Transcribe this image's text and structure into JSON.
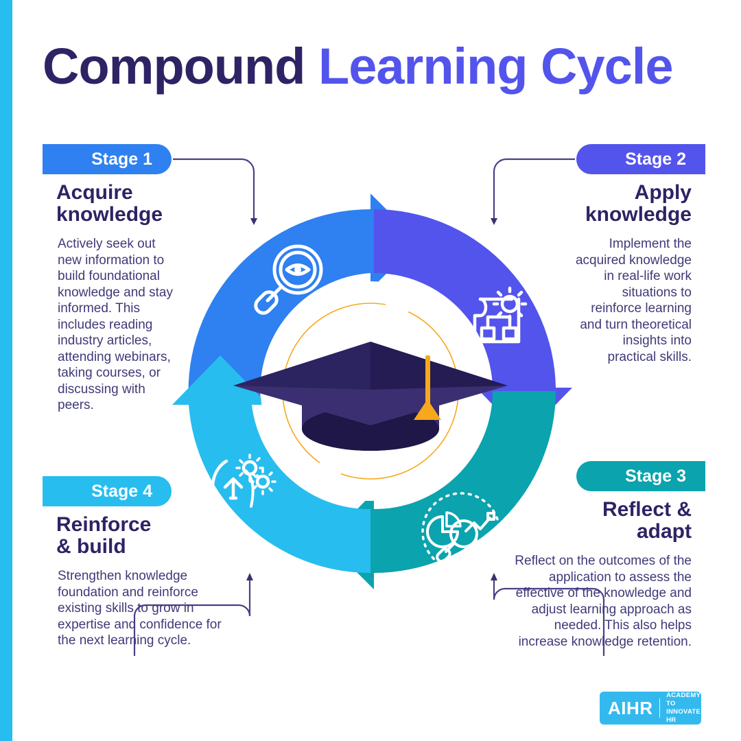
{
  "title": {
    "part1": "Compound ",
    "part2": "Learning Cycle"
  },
  "colors": {
    "accent_bar": "#27bdef",
    "stage1": "#2f80f0",
    "stage2": "#5354ec",
    "stage3": "#0ba3ad",
    "stage4": "#27bdef",
    "heading": "#2e2364",
    "body": "#3f3a78",
    "tassel": "#f7a81b",
    "cap": "#3b2f72",
    "cap_dark": "#1e1747",
    "logo_bg": "#34b9ef"
  },
  "stages": [
    {
      "badge": "Stage 1",
      "heading": "Acquire\nknowledge",
      "body": "Actively seek out new information to build foundational knowledge and stay informed. This includes reading industry articles, attending webinars, taking courses, or discussing with peers.",
      "icon": "magnifier-eye-icon",
      "color": "#2f80f0"
    },
    {
      "badge": "Stage 2",
      "heading": "Apply\nknowledge",
      "body": "Implement the acquired knowledge in real-life work situations to reinforce learning and turn theoretical insights into practical skills.",
      "icon": "blueprint-gear-icon",
      "color": "#5354ec"
    },
    {
      "badge": "Stage 3",
      "heading": "Reflect &\nadapt",
      "body": "Reflect on the outcomes of the application to assess the effective of the knowledge and adjust learning approach as needed. This also helps increase knowledge retention.",
      "icon": "analytics-chart-icon",
      "color": "#0ba3ad"
    },
    {
      "badge": "Stage 4",
      "heading": "Reinforce\n& build",
      "body": "Strengthen knowledge foundation and reinforce existing skills to grow in expertise and confidence for the next learning cycle.",
      "icon": "head-gears-growth-icon",
      "color": "#27bdef"
    }
  ],
  "center": {
    "icon": "graduation-cap-icon"
  },
  "logo": {
    "name": "AIHR",
    "tagline_line1": "ACADEMY TO",
    "tagline_line2": "INNOVATE HR"
  }
}
